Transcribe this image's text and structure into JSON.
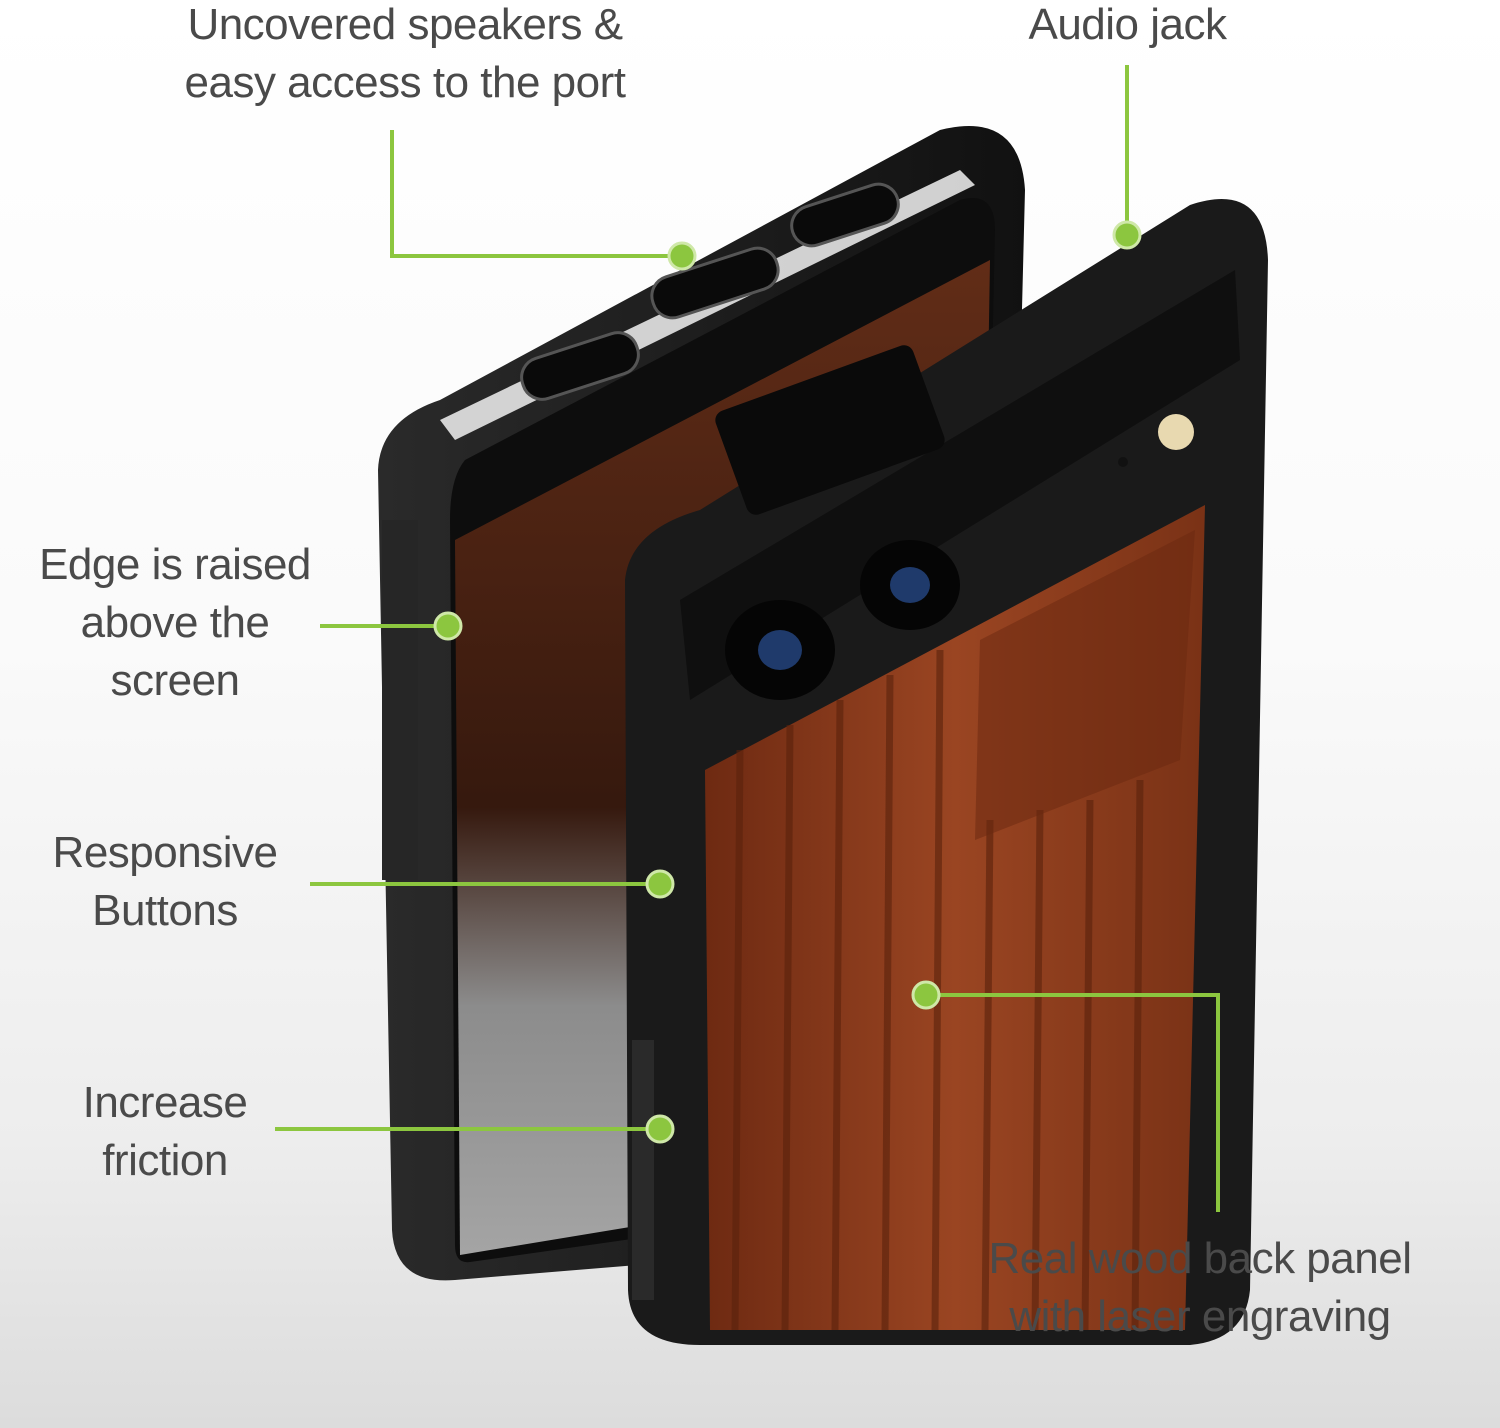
{
  "callouts": {
    "speakers": {
      "line1": "Uncovered speakers &",
      "line2": "easy access to the port"
    },
    "audio_jack": {
      "line1": "Audio jack"
    },
    "edge": {
      "line1": "Edge is raised",
      "line2": "above the",
      "line3": "screen"
    },
    "buttons": {
      "line1": "Responsive",
      "line2": "Buttons"
    },
    "friction": {
      "line1": "Increase",
      "line2": "friction"
    },
    "wood_panel": {
      "line1": "Real wood back panel",
      "line2": "with laser engraving"
    }
  },
  "colors": {
    "callout_green": "#8cc63f",
    "label_gray": "#4a4a4a",
    "case_black": "#1c1c1c",
    "wood": "#8a3a1c"
  }
}
